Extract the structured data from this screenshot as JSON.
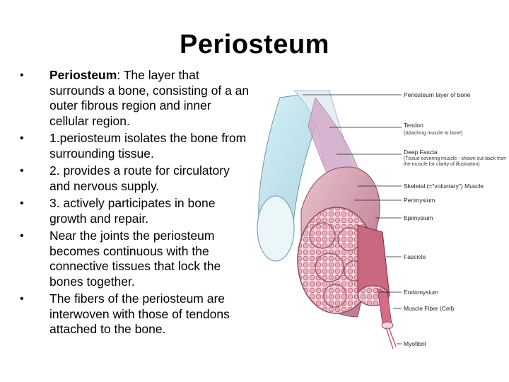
{
  "slide": {
    "title": "Periosteum",
    "bullets": [
      {
        "lead": "Periosteum",
        "text": ": The layer that surrounds a bone, consisting of a an outer fibrous region and inner cellular region."
      },
      {
        "lead": "",
        "text": "1.periosteum isolates the bone from surrounding tissue."
      },
      {
        "lead": "",
        "text": "2. provides a route for circulatory and nervous supply."
      },
      {
        "lead": "",
        "text": "3. actively participates in bone growth and repair."
      },
      {
        "lead": "",
        "text": "Near the joints the periosteum becomes continuous with the connective tissues that lock the bones together."
      },
      {
        "lead": "",
        "text": "The fibers of the periosteum are interwoven with those of tendons attached to the bone."
      }
    ]
  },
  "diagram": {
    "labels": [
      {
        "main": "Periosteum layer of bone",
        "sub": ""
      },
      {
        "main": "Tendon",
        "sub": "(Attaching muscle to bone)"
      },
      {
        "main": "Deep Fascia",
        "sub": "(Tissue covering muscle - shown cut-back from the muscle for clarity of illustration)"
      },
      {
        "main": "Skeletal (=\"voluntary\") Muscle",
        "sub": ""
      },
      {
        "main": "Perimysium",
        "sub": ""
      },
      {
        "main": "Epimysium",
        "sub": ""
      },
      {
        "main": "Fascicle",
        "sub": ""
      },
      {
        "main": "Endomysium",
        "sub": ""
      },
      {
        "main": "Muscle Fiber (Cell)",
        "sub": ""
      },
      {
        "main": "Myofibril",
        "sub": ""
      }
    ],
    "colors": {
      "bone": "#c6e6ee",
      "tendon": "#eef2f6",
      "muscle": "#d59aa6",
      "fascia": "#c68fb4",
      "fiber": "#c0506a"
    }
  }
}
